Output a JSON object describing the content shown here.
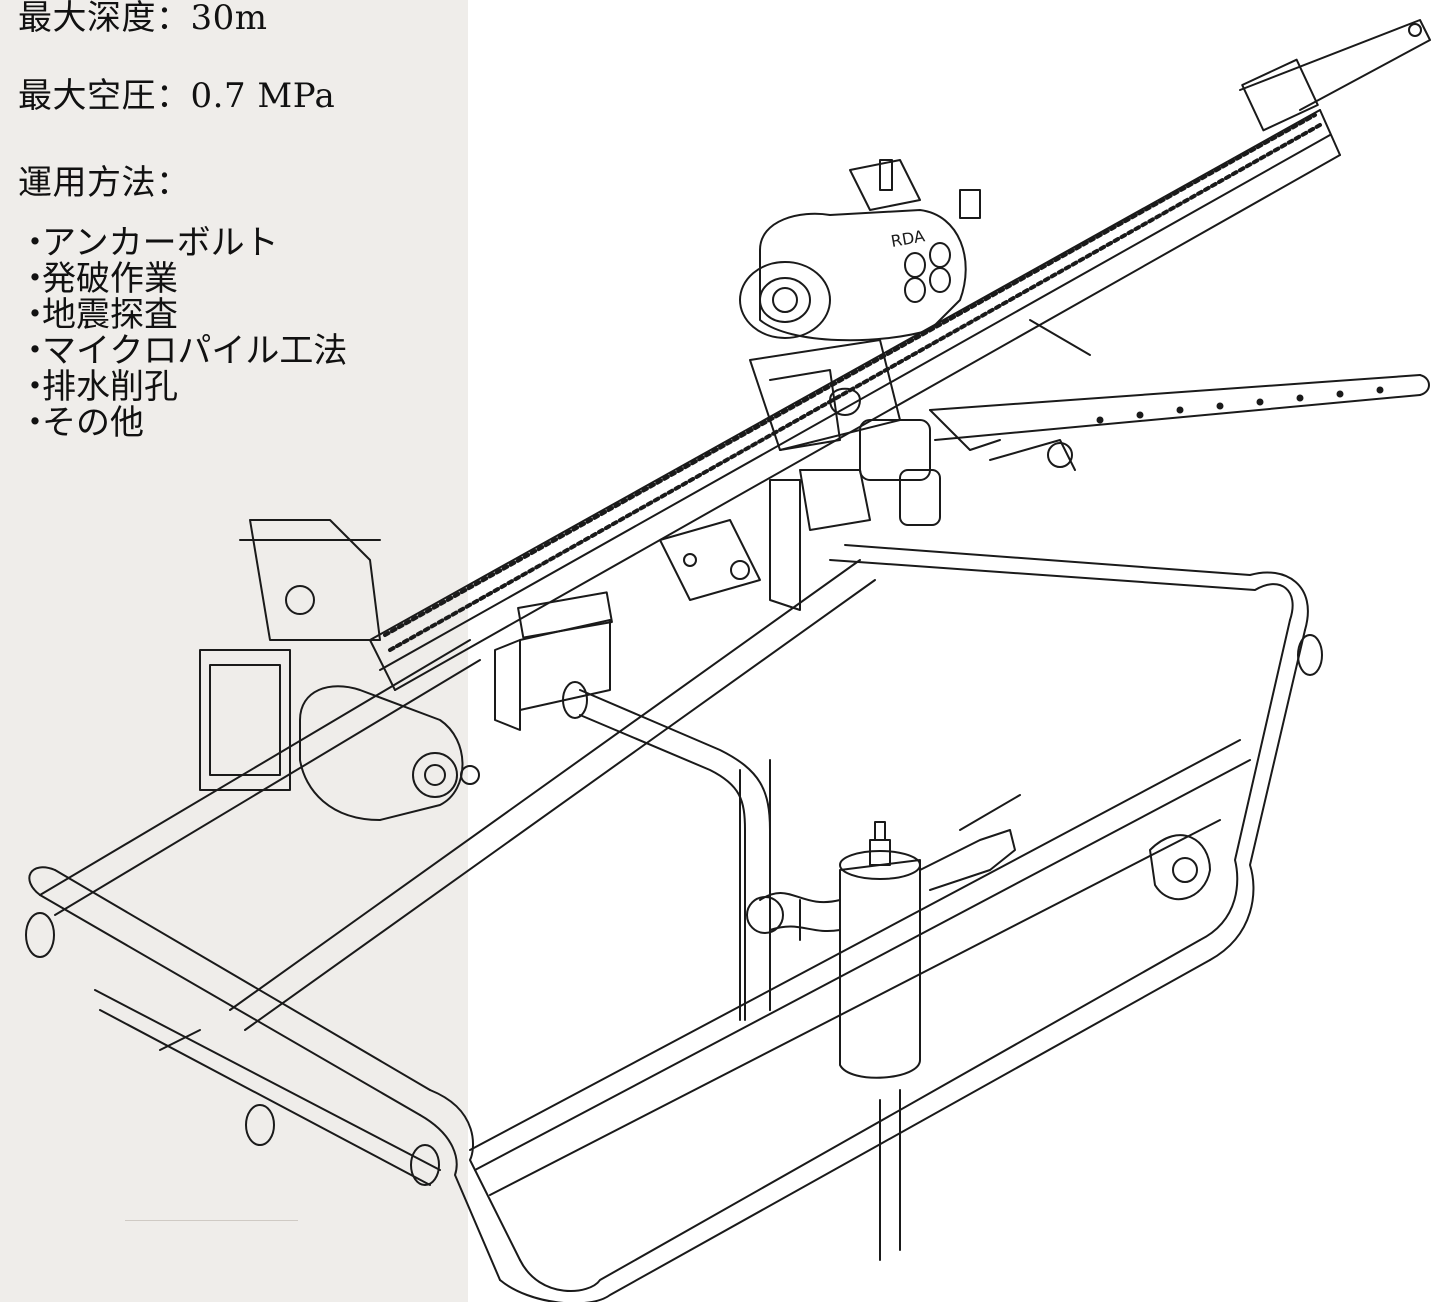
{
  "specs": {
    "max_depth": "最大深度：30m",
    "max_air_pressure": "最大空圧：0.7 MPa"
  },
  "uses": {
    "heading": "運用方法：",
    "items": [
      "アンカーボルト",
      "発破作業",
      "地震探査",
      "マイクロパイル工法",
      "排水削孔",
      "その他"
    ]
  },
  "drawing": {
    "motor_label": "RDA"
  }
}
